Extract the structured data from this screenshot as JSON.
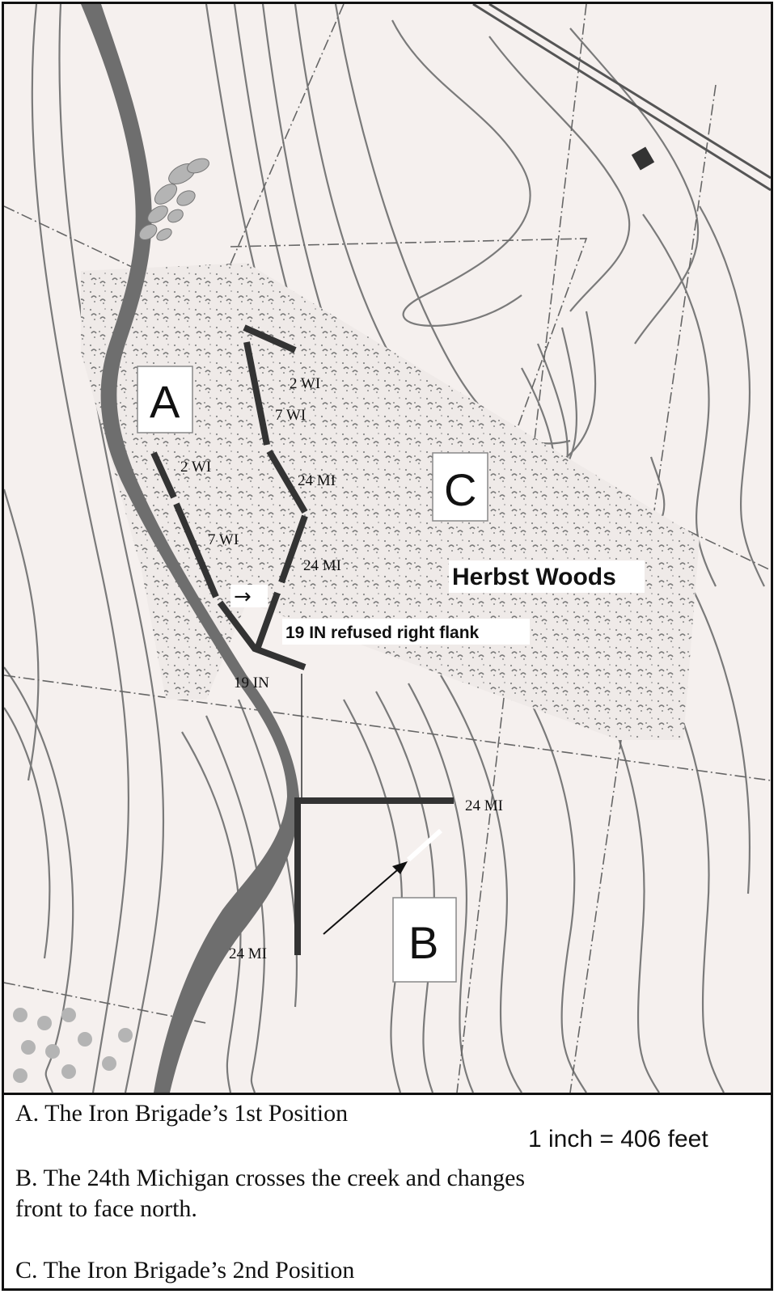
{
  "map": {
    "woods_label": "Herbst Woods",
    "refused_flank_label": "19 IN refused right flank",
    "positions": [
      {
        "id": "A",
        "label": "A"
      },
      {
        "id": "B",
        "label": "B"
      },
      {
        "id": "C",
        "label": "C"
      }
    ],
    "units": {
      "a_2wi": "2 WI",
      "a_7wi": "7 WI",
      "a_19in": "19 IN",
      "c_2wi": "2 WI",
      "c_7wi": "7 WI",
      "c_24mi_upper": "24 MI",
      "c_24mi_lower": "24 MI",
      "b_24mi_east": "24 MI",
      "b_24mi_south": "24 MI"
    },
    "arrow_glyph": "→"
  },
  "legend": {
    "a": "A. The Iron Brigade’s 1st Position",
    "b": "B. The 24th Michigan crosses the creek and changes front to face north.",
    "c": "C. The Iron Brigade’s 2nd Position",
    "scale": "1 inch = 406 feet"
  },
  "colors": {
    "background": "#f5f0ee",
    "contour": "#7a7a7a",
    "creek": "#6e6e6e",
    "unit_line": "#333333",
    "woods_fill": "#e6e1df"
  },
  "icons": [
    "creek",
    "woods-texture",
    "rock-outcrop",
    "building",
    "road"
  ]
}
